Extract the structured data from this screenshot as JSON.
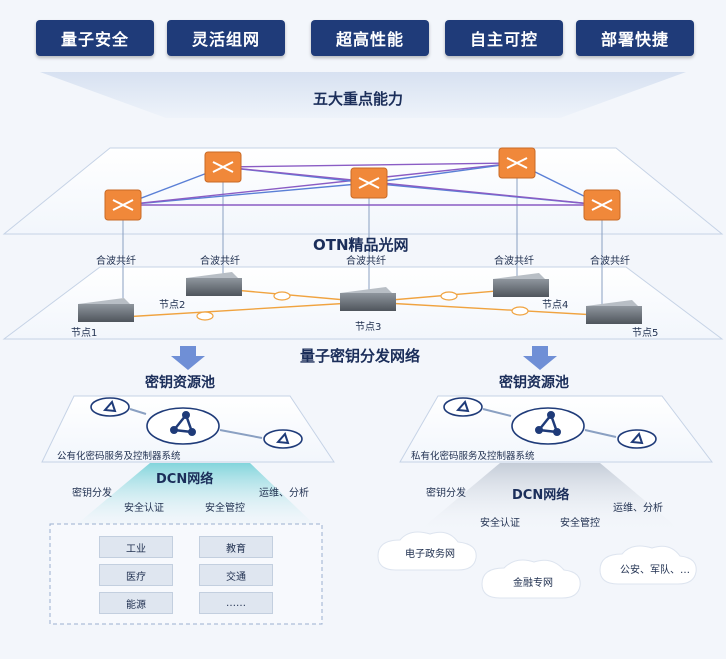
{
  "capabilities": [
    "量子安全",
    "灵活组网",
    "超高性能",
    "自主可控",
    "部署快捷"
  ],
  "capabilities_title": "五大重点能力",
  "otn": {
    "title": "OTN精品光网",
    "fiber_label": "合波共纤"
  },
  "qkd": {
    "title": "量子密钥分发网络",
    "nodes": [
      "节点1",
      "节点2",
      "节点3",
      "节点4",
      "节点5"
    ]
  },
  "left_pool": {
    "title": "密钥资源池",
    "system": "公有化密码服务及控制器系统",
    "dcn": "DCN网络",
    "functions": [
      "密钥分发",
      "安全认证",
      "安全管控",
      "运维、分析"
    ],
    "industries": [
      "工业",
      "教育",
      "医疗",
      "交通",
      "能源",
      "……"
    ]
  },
  "right_pool": {
    "title": "密钥资源池",
    "system": "私有化密码服务及控制器系统",
    "dcn": "DCN网络",
    "functions": [
      "密钥分发",
      "安全认证",
      "安全管控",
      "运维、分析"
    ],
    "clouds": [
      "电子政务网",
      "金融专网",
      "公安、军队、…"
    ]
  },
  "colors": {
    "tag_bg": "#1f3b79",
    "router": "#f0883a",
    "qkd_link": "#f0a340",
    "otn_link_blue": "#5a7fd6",
    "otn_link_purple": "#8a5cc4",
    "arrow": "#6f8fd6"
  }
}
